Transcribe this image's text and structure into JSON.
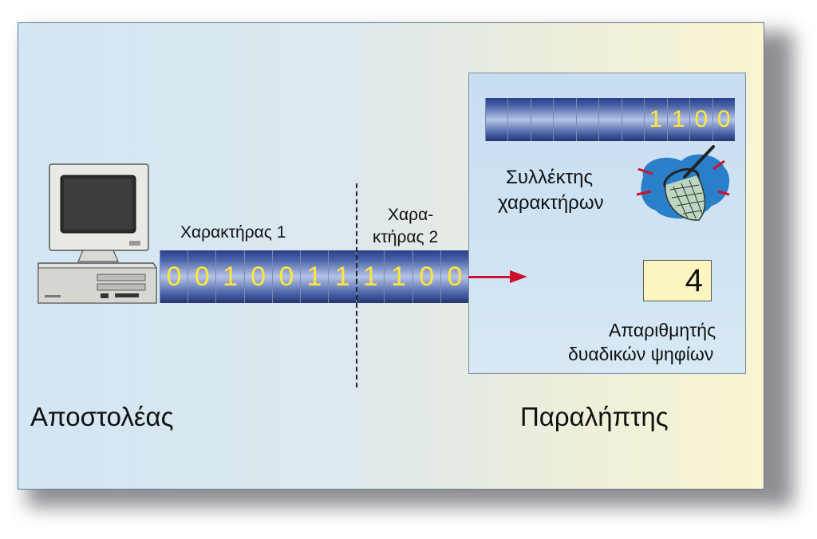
{
  "labels": {
    "character1": "Χαρακτήρας 1",
    "character2_line1": "Χαρα-",
    "character2_line2": "κτήρας 2",
    "collector_line1": "Συλλέκτης",
    "collector_line2": "χαρακτήρων",
    "counter_caption_line1": "Απαριθμητής",
    "counter_caption_line2": "δυαδικών ψηφίων",
    "sender": "Αποστολέας",
    "receiver": "Παραλήπτης"
  },
  "transmitted_bits": [
    "0",
    "0",
    "1",
    "0",
    "0",
    "1",
    "1",
    "1",
    "1",
    "0",
    "0"
  ],
  "collector_bits": [
    "",
    "",
    "",
    "",
    "",
    "",
    "",
    "1",
    "1",
    "0",
    "0"
  ],
  "bit_counter": "4",
  "colors": {
    "bit_text": "#ffe53b",
    "arrow": "#d0102b",
    "counter_bg": "#fbf6c0"
  },
  "icons": [
    "computer-icon",
    "butterfly-net-icon"
  ]
}
